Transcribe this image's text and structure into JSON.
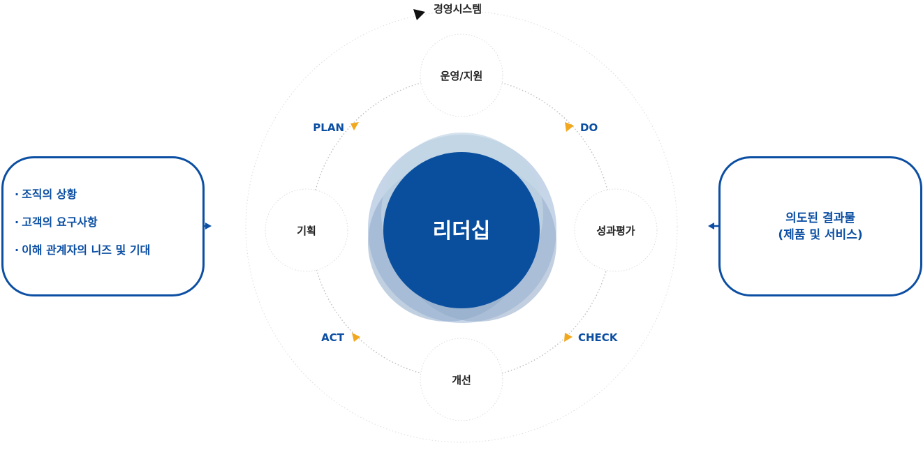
{
  "inputs": {
    "items": [
      "조직의 상황",
      "고객의 요구사항",
      "이해 관계자의 니즈 및 기대"
    ]
  },
  "outputs": {
    "line1": "의도된 결과물",
    "line2": "(제품 및 서비스)"
  },
  "cycle": {
    "outer_label": "경영시스템",
    "center_label": "리더십",
    "nodes": {
      "top": "운영/지원",
      "left": "기획",
      "right": "성과평가",
      "bottom": "개선"
    },
    "phases": {
      "plan": "PLAN",
      "do": "DO",
      "check": "CHECK",
      "act": "ACT"
    }
  },
  "colors": {
    "primary": "#0b4ea2",
    "center_blue": "#0a4f9e",
    "halo_light": "#b8cfe0",
    "halo_mid": "#9aafcc",
    "arrow_orange": "#f2a81d",
    "dotted_gray": "#c8c8c8"
  }
}
